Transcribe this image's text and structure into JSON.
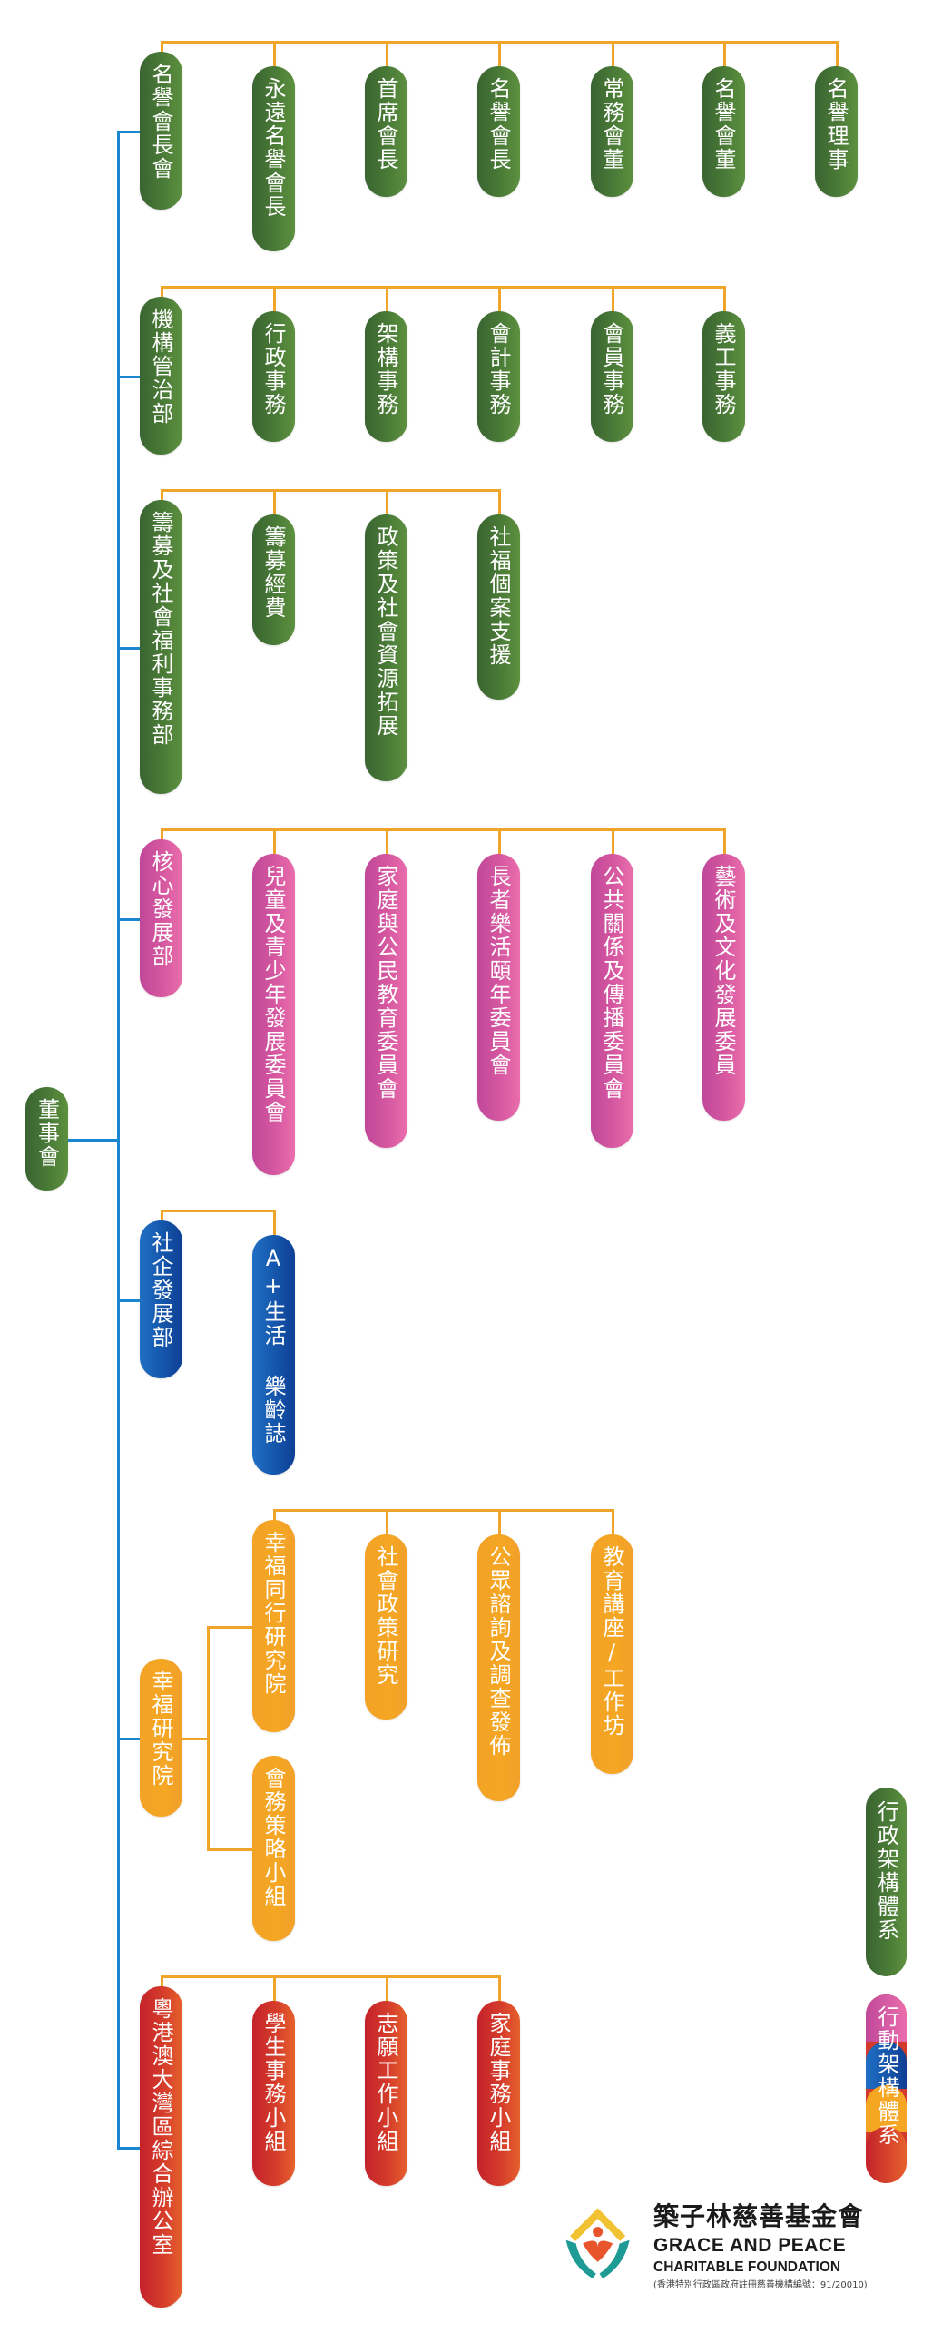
{
  "colors": {
    "connector_main": "#1b86d0",
    "connector_branch": "#f0a52a",
    "green": "#4a7b37",
    "pink": "#d4569f",
    "blue": "#1556ab",
    "orange": "#f5a623",
    "red": "#d53c2b"
  },
  "root": {
    "label": "董事會",
    "color": "green"
  },
  "departments": [
    {
      "label": "名譽會長會",
      "color": "green",
      "children": [
        "永遠名譽會長",
        "首席會長",
        "名譽會長",
        "常務會董",
        "名譽會董",
        "名譽理事"
      ]
    },
    {
      "label": "機構管治部",
      "color": "green",
      "children": [
        "行政事務",
        "架構事務",
        "會計事務",
        "會員事務",
        "義工事務"
      ]
    },
    {
      "label": "籌募及社會福利事務部",
      "color": "green",
      "children": [
        "籌募經費",
        "政策及社會資源拓展",
        "社福個案支援"
      ]
    },
    {
      "label": "核心發展部",
      "color": "pink",
      "children": [
        "兒童及青少年發展委員會",
        "家庭與公民教育委員會",
        "長者樂活頤年委員會",
        "公共關係及傳播委員會",
        "藝術及文化發展委員"
      ]
    },
    {
      "label": "社企發展部",
      "color": "blue",
      "children": [
        "A+生活 樂齡誌"
      ]
    },
    {
      "label": "幸福研究院",
      "color": "orange",
      "sub_units": [
        "幸福同行研究院",
        "會務策略小組"
      ],
      "children": [
        "社會政策研究",
        "公眾諮詢及調查發佈",
        "教育講座/工作坊"
      ]
    },
    {
      "label": "粵港澳大灣區綜合辦公室",
      "color": "red",
      "children": [
        "學生事務小組",
        "志願工作小組",
        "家庭事務小組"
      ]
    }
  ],
  "legend": {
    "admin": {
      "label": "行政架構體系",
      "color": "green"
    },
    "action": {
      "label": "行動架構體系",
      "colors": [
        "pink",
        "blue",
        "orange",
        "red"
      ]
    }
  },
  "logo": {
    "name_zh": "築子林慈善基金會",
    "name_en_1": "GRACE AND PEACE",
    "name_en_2": "CHARITABLE FOUNDATION",
    "registration": "(香港特別行政區政府註冊慈善機構編號：91/20010)"
  }
}
